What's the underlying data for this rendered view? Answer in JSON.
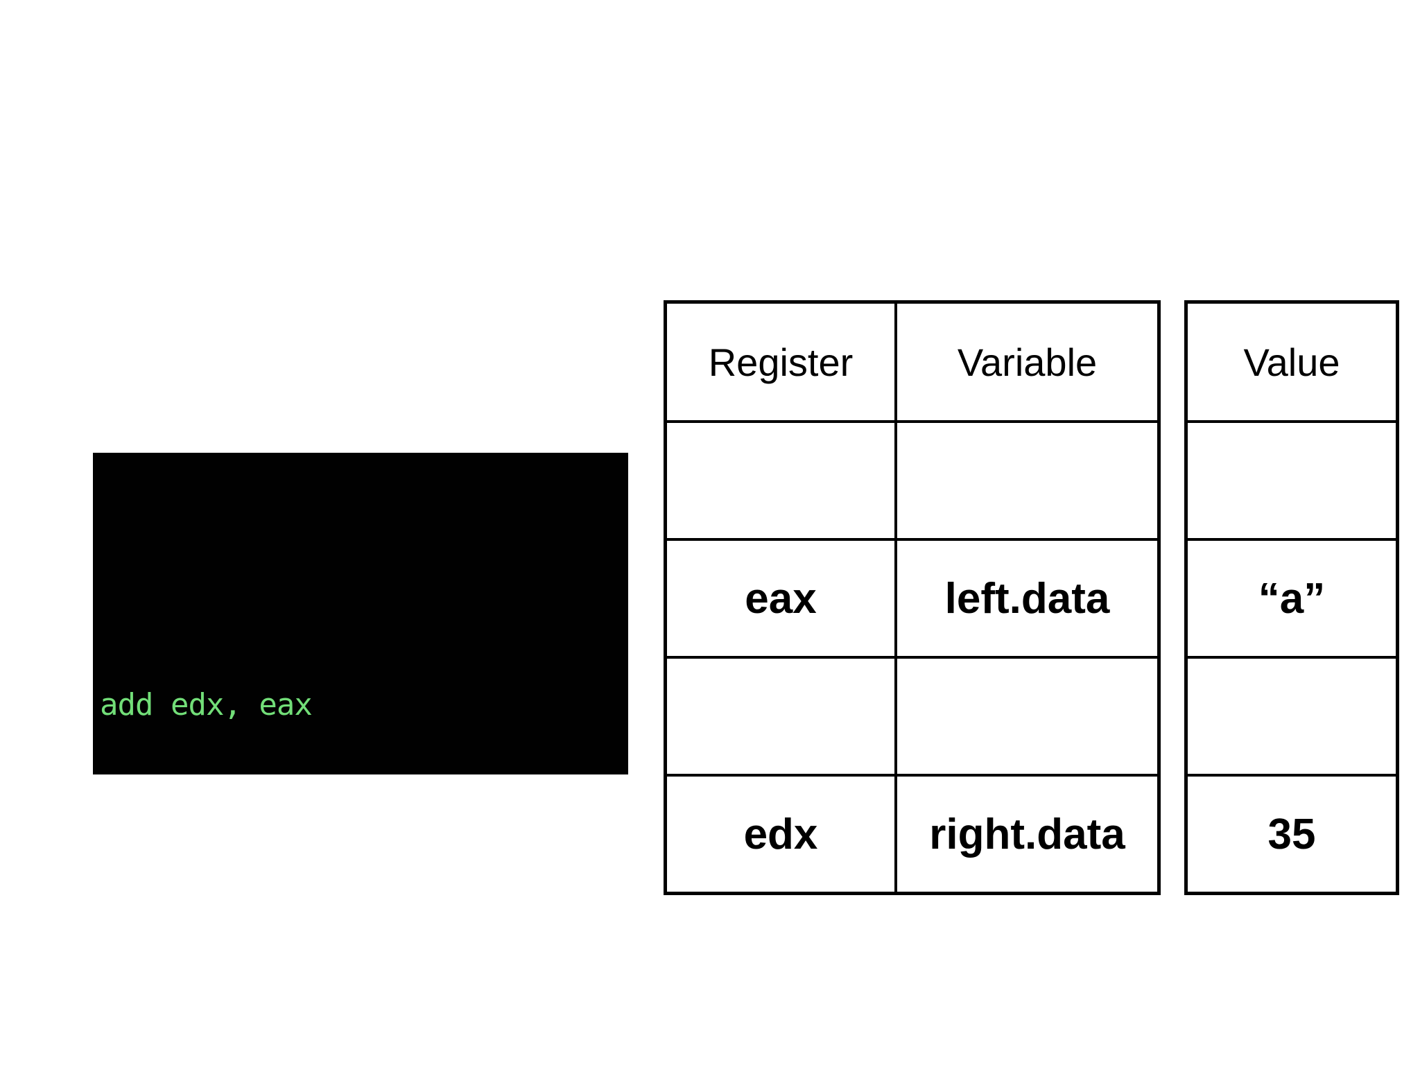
{
  "slide": {
    "background_color": "#ffffff"
  },
  "terminal": {
    "background_color": "#010101",
    "text_color": "#72de78",
    "instruction": "add edx, eax"
  },
  "register_table": {
    "headers": {
      "register": "Register",
      "variable": "Variable"
    },
    "rows": [
      {
        "register": "",
        "variable": ""
      },
      {
        "register": "eax",
        "variable": "left.data"
      },
      {
        "register": "",
        "variable": ""
      },
      {
        "register": "edx",
        "variable": "right.data"
      }
    ]
  },
  "value_table": {
    "header": "Value",
    "rows": [
      "",
      "“a”",
      "",
      "35"
    ]
  }
}
